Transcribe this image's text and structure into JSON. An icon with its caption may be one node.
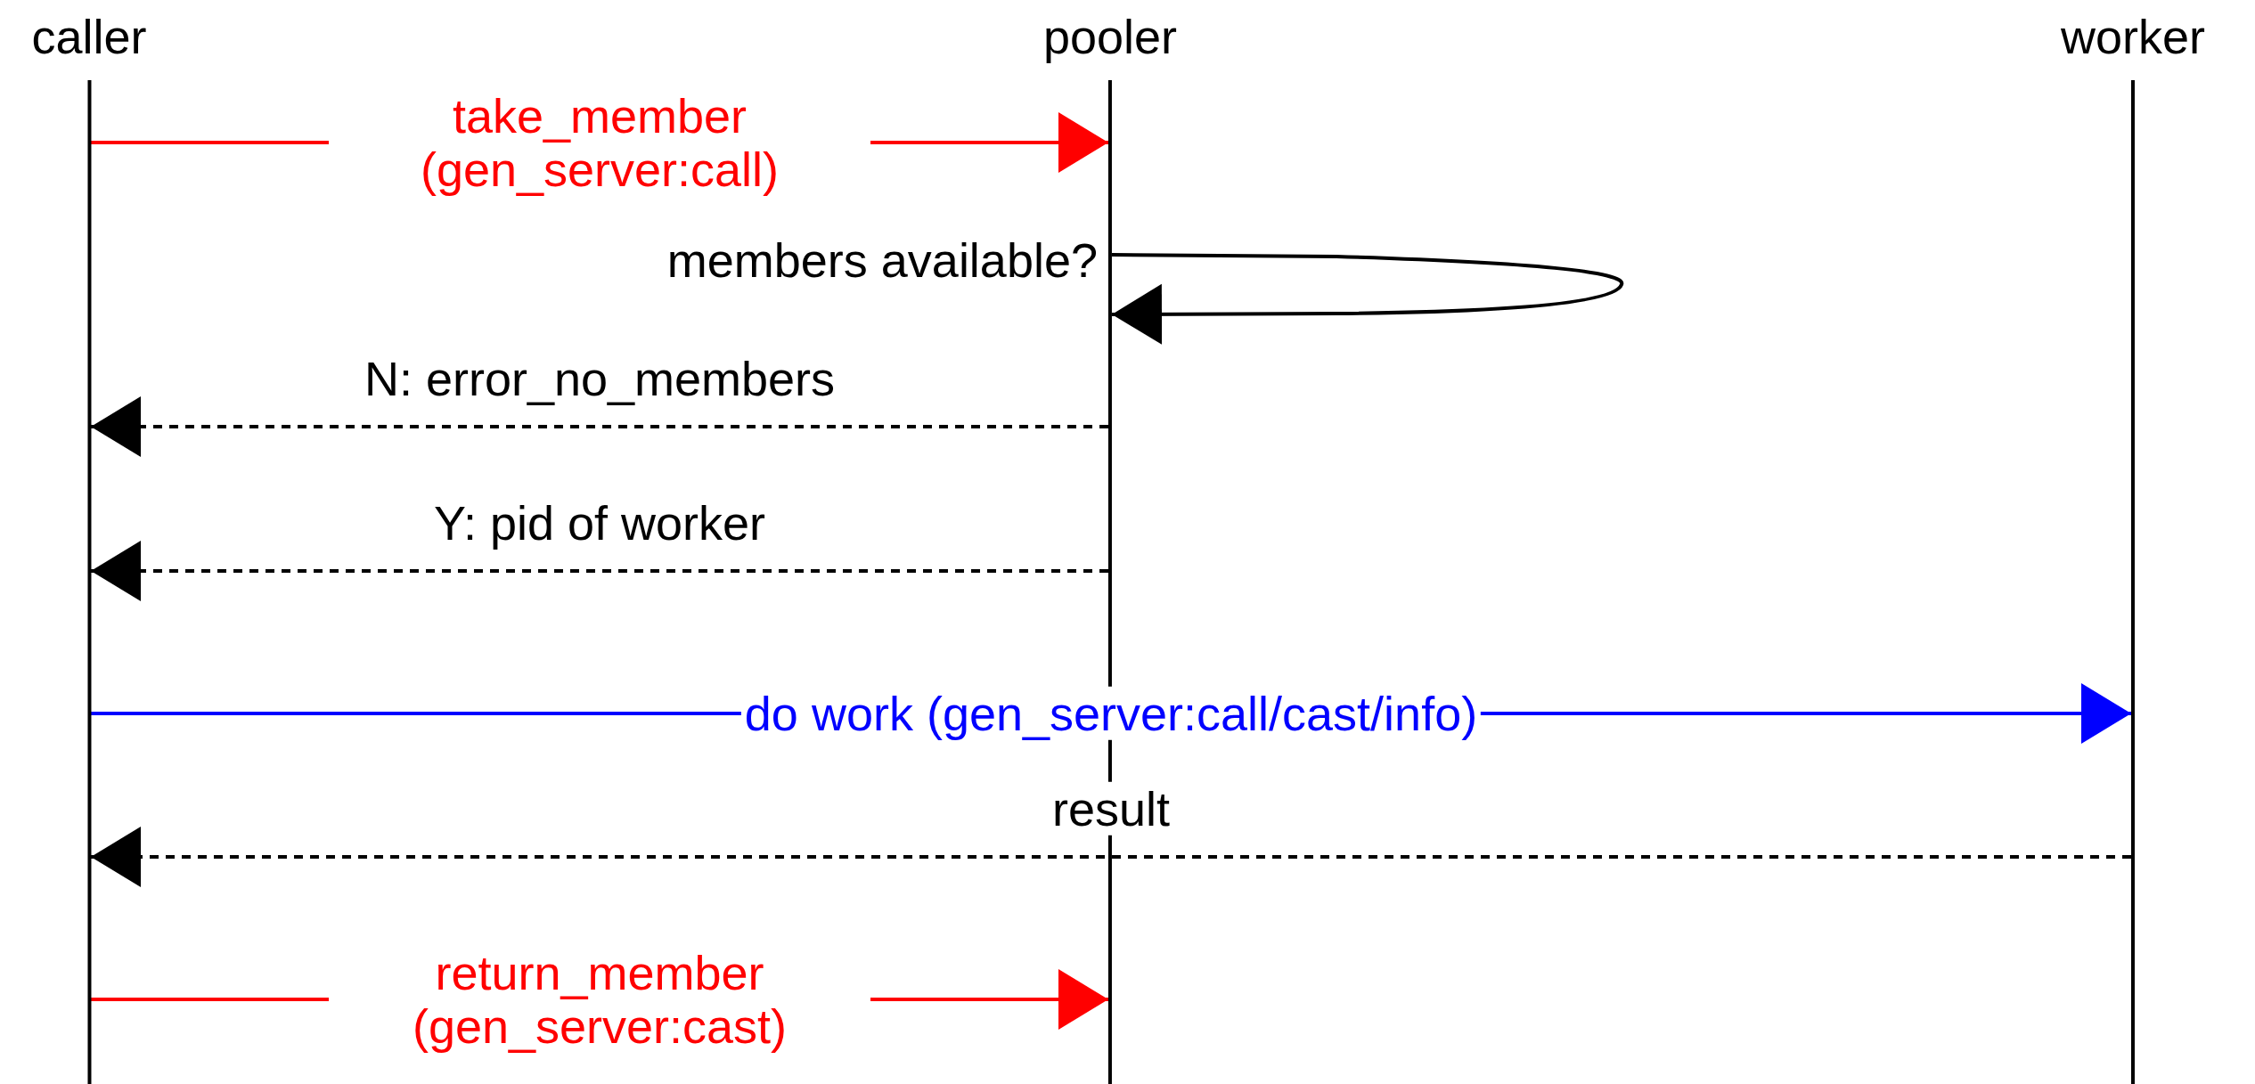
{
  "diagram": {
    "nodes": [
      {
        "text": [
          "caller"
        ]
      },
      {
        "text": [
          "pooler"
        ]
      },
      {
        "text": [
          "worker"
        ]
      }
    ],
    "edges": [
      {
        "from": 0,
        "to": 1,
        "arrow": "to",
        "label": "take_member (gen_server:call)",
        "color": "#ff0000"
      },
      {
        "from": 1,
        "to": 1,
        "arrow": "to",
        "label": "members available?"
      },
      {
        "from": 1,
        "to": 0,
        "arrow": "to",
        "label": "N: error_no_members",
        "style": "dashed"
      },
      {
        "from": 1,
        "to": 0,
        "arrow": "to",
        "label": "Y: pid of worker",
        "style": "dashed"
      },
      {
        "from": 0,
        "to": 2,
        "arrow": "to",
        "label": "do work (gen_server:call/cast/info)",
        "color": "#0000ff"
      },
      {
        "from": 2,
        "to": 0,
        "arrow": "to",
        "label": "result",
        "style": "dashed"
      },
      {
        "from": 0,
        "to": 1,
        "arrow": "to",
        "label": "return_member (gen_server:cast)",
        "color": "#ff0000"
      }
    ]
  }
}
